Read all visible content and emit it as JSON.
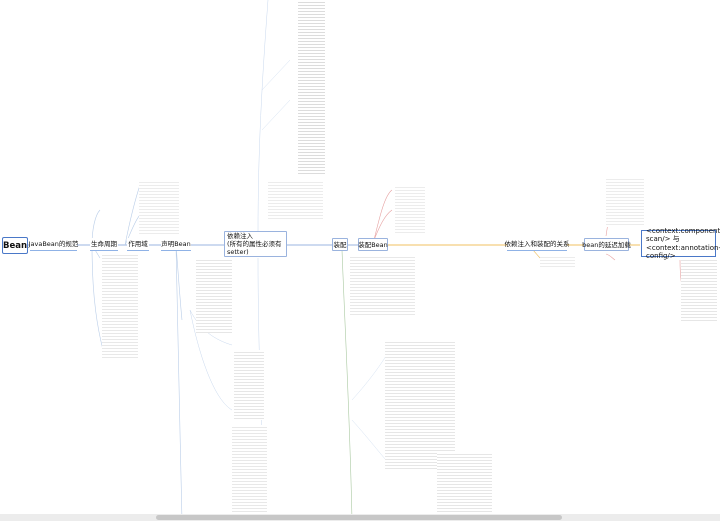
{
  "colors": {
    "spine": "#9bb5e0",
    "spine_right": "#f0c060",
    "branch_left": "#b9cde8",
    "branch_mid": "#a9c8a0",
    "branch_right": "#e6a0a0",
    "node_border": "#4a78c8"
  },
  "nodes": {
    "root": "Bean",
    "javabean_spec": "JavaBean的规范",
    "lifecycle": "生命周期",
    "scope": "作用域",
    "declare_bean": "声明Bean",
    "di": "依赖注入\n(所有的属性必须有\nsetter)",
    "wiring": "装配",
    "wiring_bean": "装配Bean",
    "di_wiring_relation": "依赖注入和装配的关系",
    "lazy_load": "bean的延迟加载",
    "context_scan": "<context:component-scan/> 与 <context:annotation-config/>"
  }
}
